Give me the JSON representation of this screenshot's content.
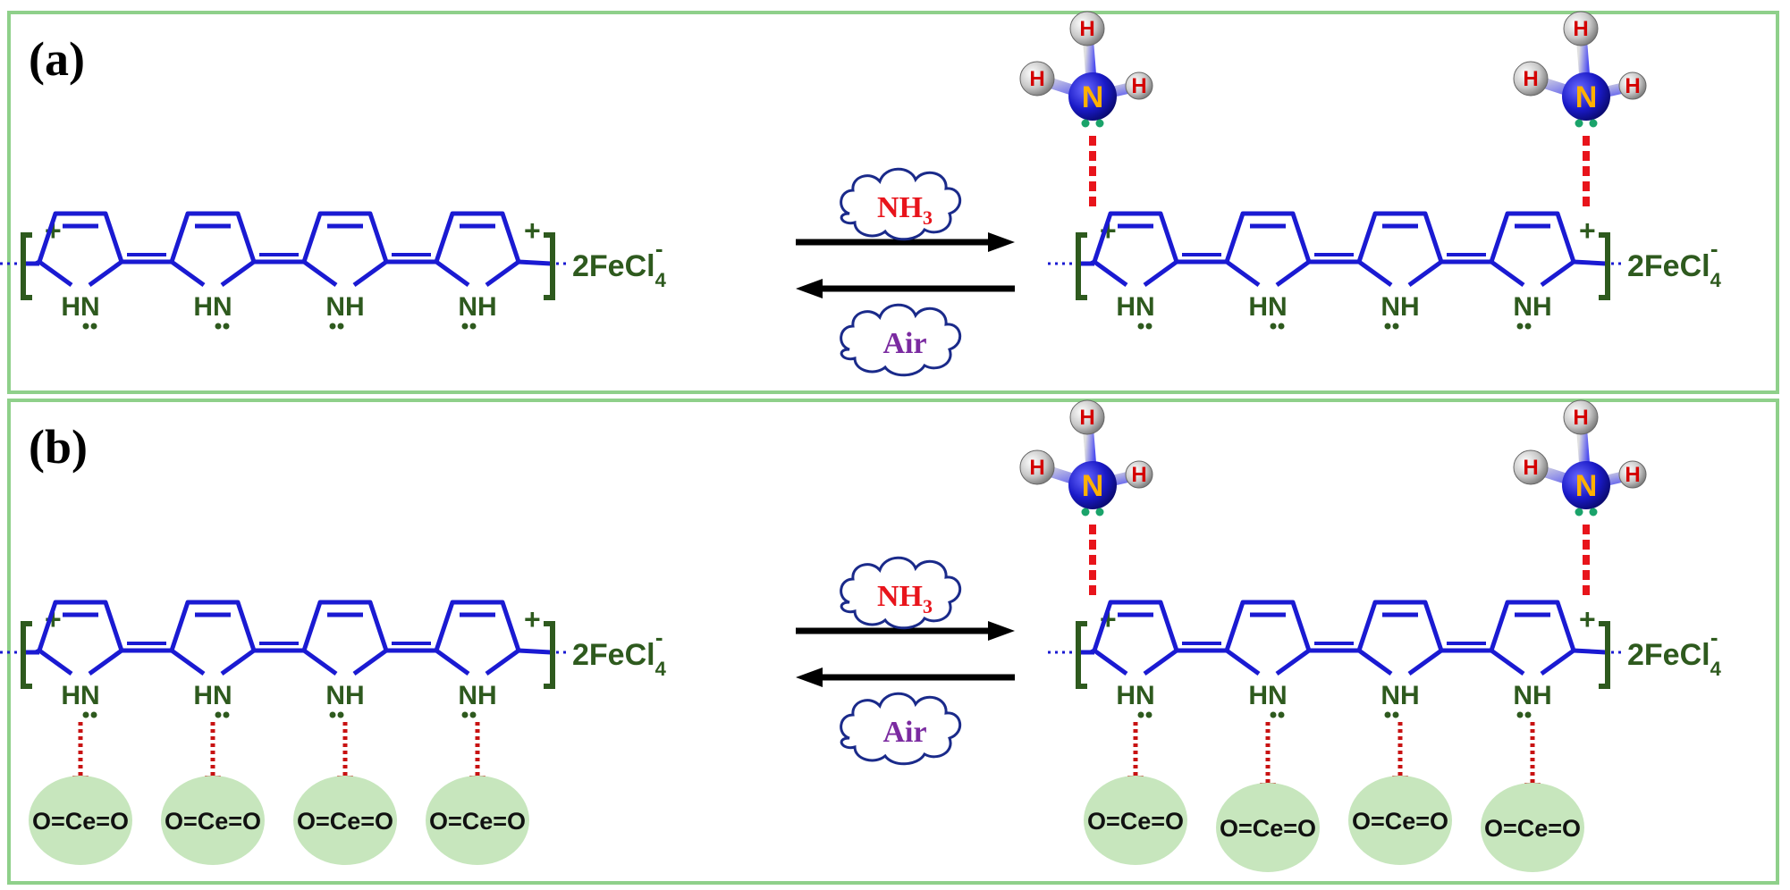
{
  "panels": [
    {
      "label": "(a)",
      "forward_gas": "NH",
      "forward_gas_sub": "3",
      "reverse_gas": "Air",
      "has_ceo2": false
    },
    {
      "label": "(b)",
      "forward_gas": "NH",
      "forward_gas_sub": "3",
      "reverse_gas": "Air",
      "has_ceo2": true
    }
  ],
  "chain": {
    "plus": "+",
    "nh_left": "HN",
    "nh_right": "NH",
    "counter_ion": "2FeCl",
    "counter_ion_sub": "4",
    "counter_ion_sup": "-"
  },
  "ammonia": {
    "h": "H",
    "n": "N"
  },
  "ceo2_label": "O=Ce=O",
  "colors": {
    "frame": "#8fd08a",
    "ring": "#1a1ad2",
    "chain_text": "#2e5a1e",
    "interaction": "#e8141b",
    "ceo2_fill": "#c7e6bd",
    "nh3_text": "#e8141b",
    "air_text": "#7a2aa0"
  }
}
